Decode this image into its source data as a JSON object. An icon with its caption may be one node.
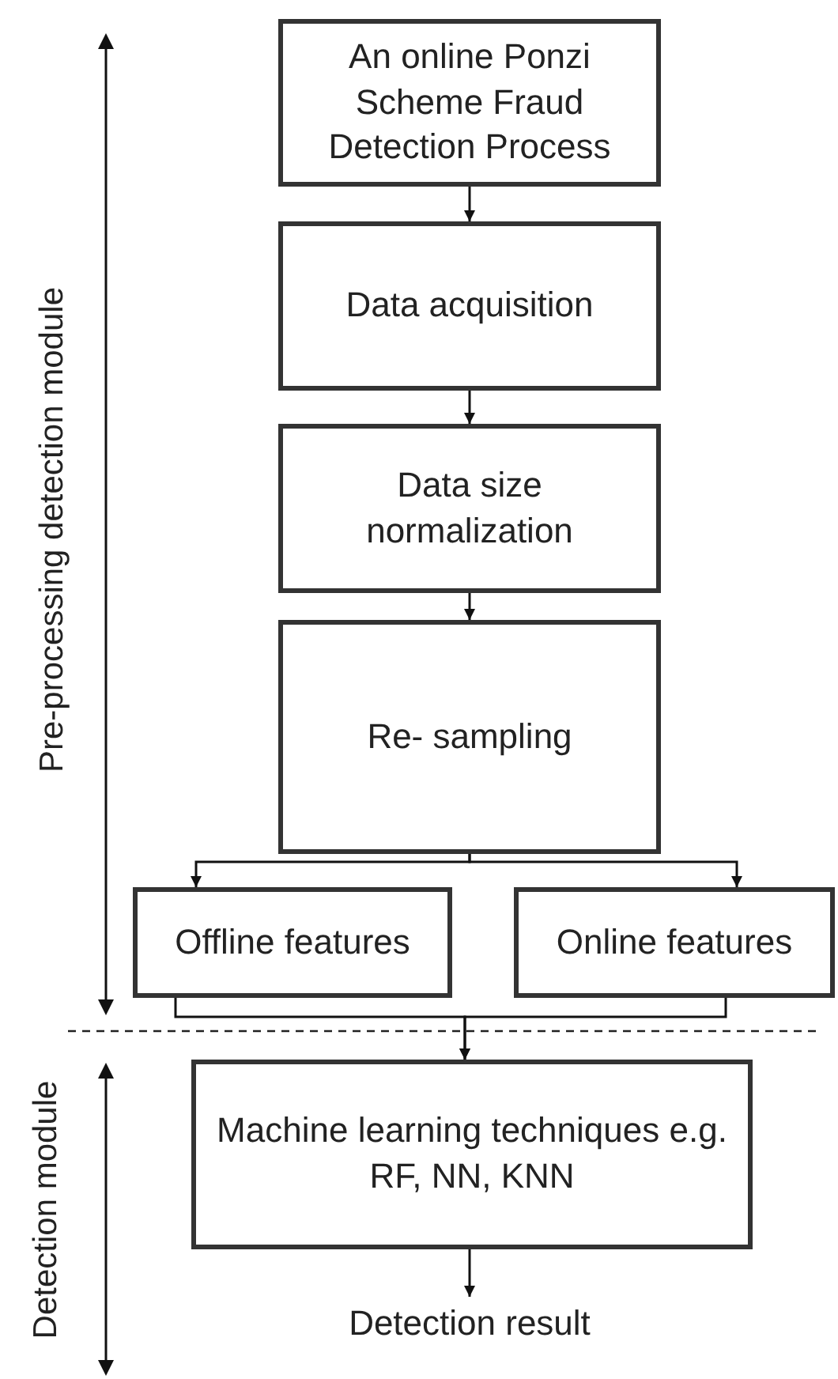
{
  "diagram": {
    "nodes": [
      {
        "text": [
          "An online Ponzi Scheme Fraud Detection Process"
        ]
      },
      {
        "text": [
          "Data acquisition"
        ]
      },
      {
        "text": [
          "Data size normalization"
        ]
      },
      {
        "text": [
          "Re- sampling"
        ]
      },
      {
        "text": [
          "Offline features"
        ]
      },
      {
        "text": [
          "Online features"
        ]
      },
      {
        "text": [
          "Machine learning techniques e.g. RF, NN, KNN"
        ]
      },
      {
        "text": [
          "Detection result"
        ]
      }
    ],
    "edges": [
      {
        "from": 0,
        "to": 1,
        "arrow": "to"
      },
      {
        "from": 1,
        "to": 2,
        "arrow": "to"
      },
      {
        "from": 2,
        "to": 3,
        "arrow": "to"
      },
      {
        "from": 3,
        "to": 4,
        "arrow": "to"
      },
      {
        "from": 3,
        "to": 5,
        "arrow": "to"
      },
      {
        "from": 4,
        "to": 6,
        "arrow": "to"
      },
      {
        "from": 5,
        "to": 6,
        "arrow": "to"
      },
      {
        "from": 6,
        "to": 7,
        "arrow": "to"
      }
    ],
    "labels": [
      "Pre-processing detection module",
      "Detection module"
    ]
  }
}
